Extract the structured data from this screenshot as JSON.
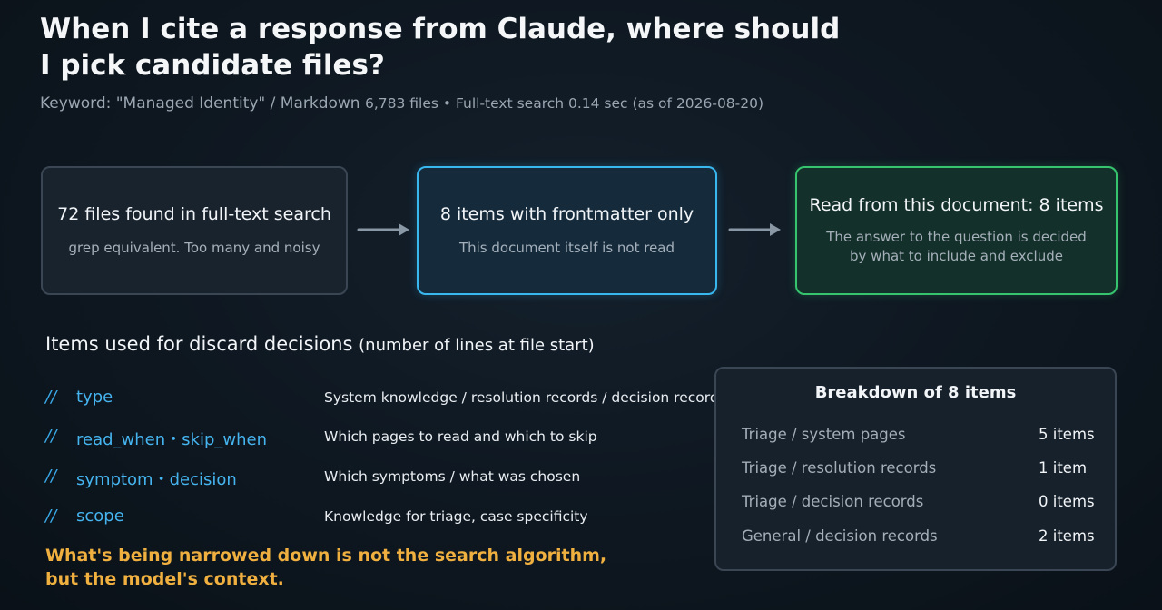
{
  "header": {
    "title": "When I cite a response from Claude, where should I pick candidate files?",
    "subtitle_main": "Keyword: \"Managed Identity\" / Markdown",
    "subtitle_meta": "6,783 files • Full-text search 0.14 sec (as of 2026-08-20)"
  },
  "flow": [
    {
      "main": "72 files found in full-text search",
      "sub": "grep equivalent. Too many and noisy"
    },
    {
      "main": "8 items with frontmatter only",
      "sub": "This document itself is not read"
    },
    {
      "main": "Read from this document: 8 items",
      "sub": "The answer to the question is decided by what to include and exclude"
    }
  ],
  "colors": {
    "flow_neutral": "#3a4654",
    "flow_blue": "#39b8f0",
    "flow_green": "#36c46e",
    "key_text": "#45b4ef",
    "note_text": "#f0b040",
    "arrow": "#8a98a6"
  },
  "icons": [
    "right-arrow-icon",
    "right-arrow-icon"
  ],
  "items_section": {
    "title": "Items used for discard decisions",
    "title_paren": "(number of lines at file start)",
    "slash": "//",
    "items": [
      {
        "key": "type",
        "desc": "System knowledge / resolution records / decision records"
      },
      {
        "key": "read_when・skip_when",
        "desc": "Which pages to read and which to skip"
      },
      {
        "key": "symptom・decision",
        "desc": "Which symptoms / what was chosen"
      },
      {
        "key": "scope",
        "desc": "Knowledge for triage, case specificity"
      }
    ]
  },
  "note": {
    "line1": "What's being narrowed down is not the search algorithm,",
    "line2": "but the model's context."
  },
  "breakdown": {
    "title": "Breakdown of 8 items",
    "rows": [
      {
        "label": "Triage / system pages",
        "count": "5 items"
      },
      {
        "label": "Triage / resolution records",
        "count": "1 item"
      },
      {
        "label": "Triage / decision records",
        "count": "0 items"
      },
      {
        "label": "General / decision records",
        "count": "2 items"
      }
    ]
  }
}
